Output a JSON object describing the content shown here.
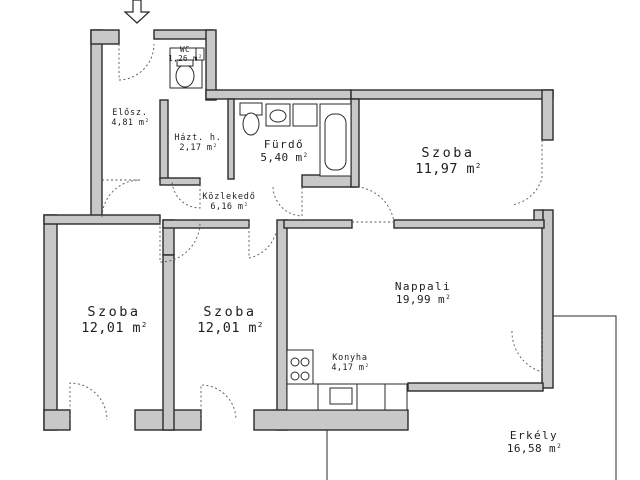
{
  "floor_plan": {
    "unit": "m",
    "rooms": [
      {
        "id": "wc",
        "name": "WC",
        "area": "1,26"
      },
      {
        "id": "eloszoba",
        "name": "Elősz.",
        "area": "4,81"
      },
      {
        "id": "haztartasi",
        "name": "Házt. h.",
        "area": "2,17"
      },
      {
        "id": "furdo",
        "name": "Fürdő",
        "area": "5,40"
      },
      {
        "id": "kozlekedo",
        "name": "Közlekedő",
        "area": "6,16"
      },
      {
        "id": "szoba_ne",
        "name": "Szoba",
        "area": "11,97"
      },
      {
        "id": "szoba_sw",
        "name": "Szoba",
        "area": "12,01"
      },
      {
        "id": "szoba_s",
        "name": "Szoba",
        "area": "12,01"
      },
      {
        "id": "nappali",
        "name": "Nappali",
        "area": "19,99"
      },
      {
        "id": "konyha",
        "name": "Konyha",
        "area": "4,17"
      },
      {
        "id": "erkely",
        "name": "Erkély",
        "area": "16,58"
      }
    ],
    "entrance_symbol": "entrance-arrow-icon"
  }
}
